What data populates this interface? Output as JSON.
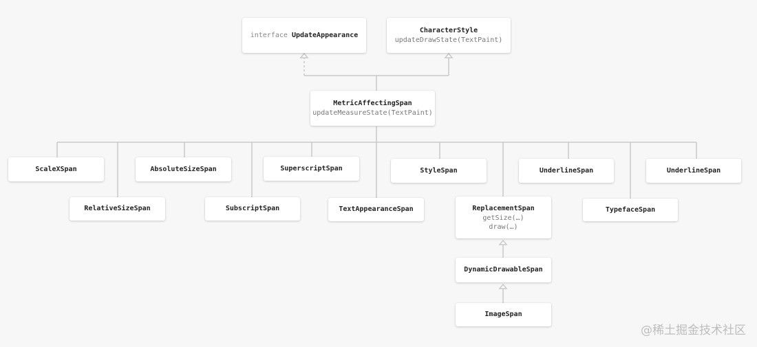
{
  "colors": {
    "line": "#c9c9c9",
    "box_bg": "#ffffff",
    "background": "#f7f7f7"
  },
  "update_appearance": {
    "keyword": "interface",
    "name": "UpdateAppearance"
  },
  "character_style": {
    "name": "CharacterStyle",
    "method": "updateDrawState(TextPaint)"
  },
  "metric_affecting": {
    "name": "MetricAffectingSpan",
    "method": "updateMeasureState(TextPaint)"
  },
  "spans": {
    "scale_x": "ScaleXSpan",
    "relative_size": "RelativeSizeSpan",
    "absolute_size": "AbsoluteSizeSpan",
    "subscript": "SubscriptSpan",
    "superscript": "SuperscriptSpan",
    "text_appearance": "TextAppearanceSpan",
    "style": "StyleSpan",
    "underline_1": "UnderlineSpan",
    "underline_2": "UnderlineSpan",
    "typeface": "TypefaceSpan",
    "dynamic_drawable": "DynamicDrawableSpan",
    "image": "ImageSpan"
  },
  "replacement": {
    "name": "ReplacementSpan",
    "method_1": "getSize(…)",
    "method_2": "draw(…)"
  },
  "watermark": "@稀土掘金技术社区"
}
